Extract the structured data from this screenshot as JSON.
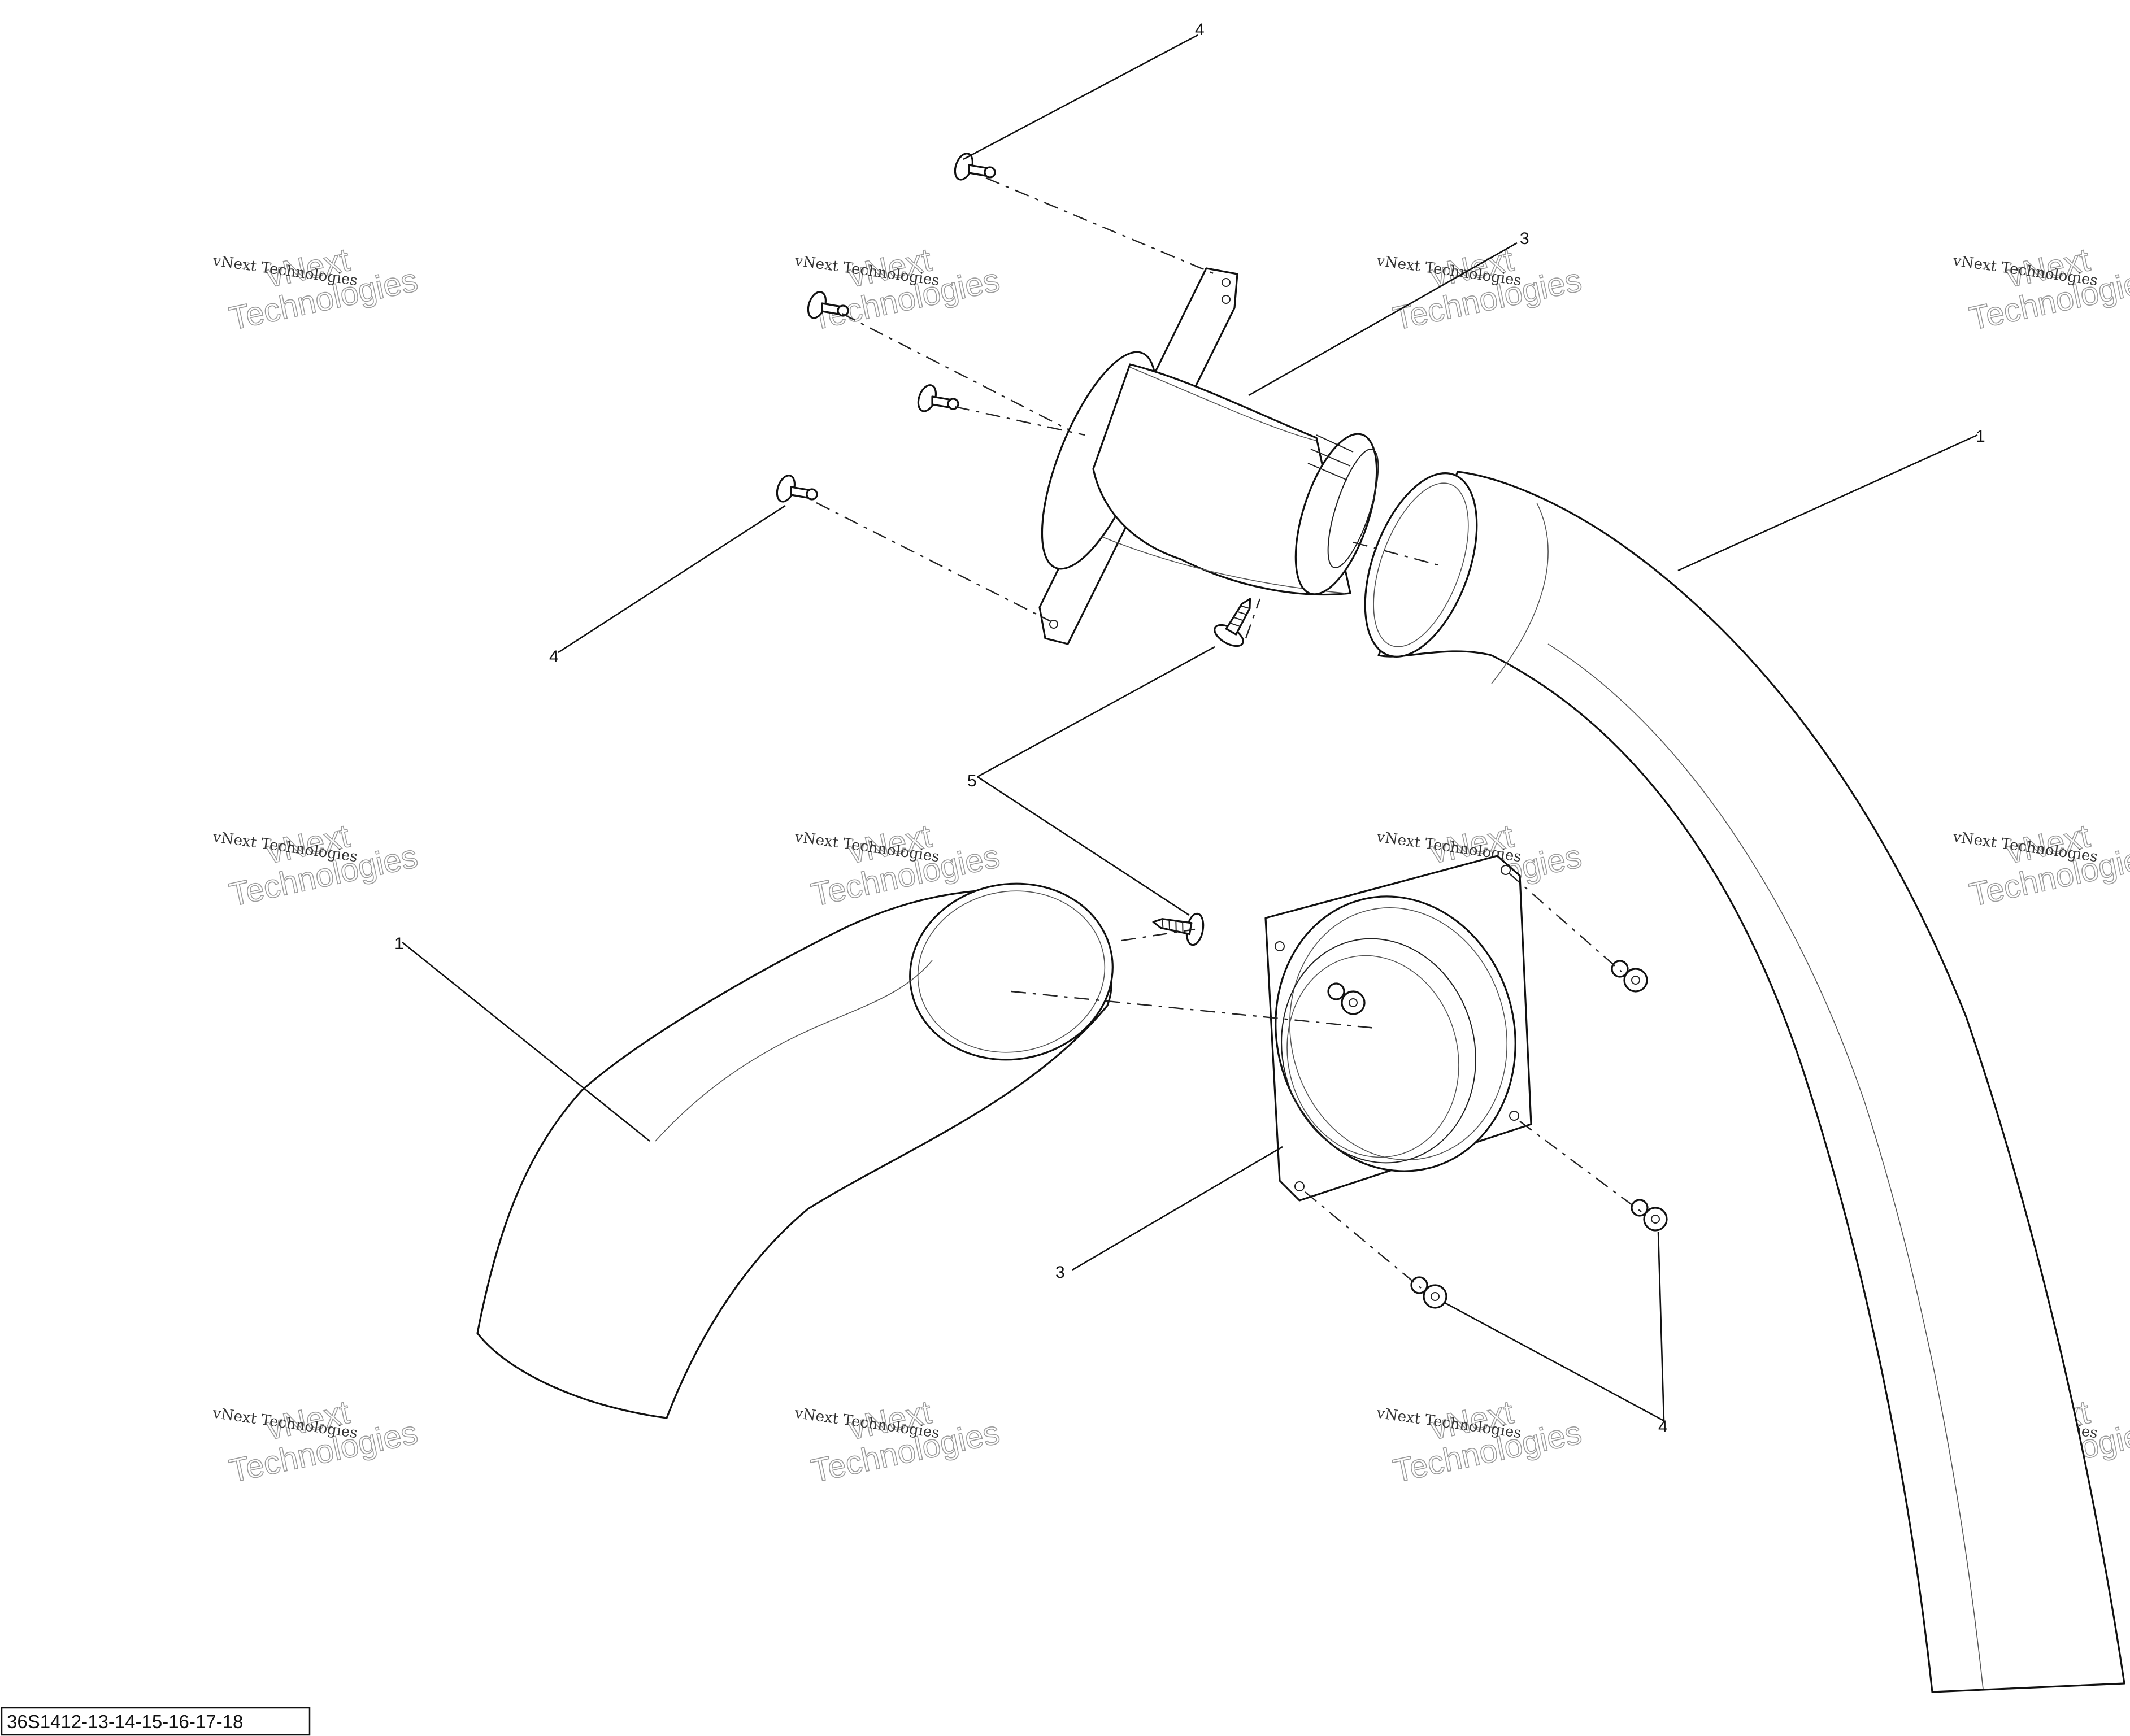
{
  "diagram": {
    "reference_code": "36S1412-13-14-15-16-17-18",
    "watermark_line1": "vNext Technologies",
    "watermark_line2": "vNext",
    "watermark_line3": "Technologies",
    "callouts": [
      {
        "id": "c1",
        "label": "4"
      },
      {
        "id": "c2",
        "label": "3"
      },
      {
        "id": "c3",
        "label": "1"
      },
      {
        "id": "c4",
        "label": "4"
      },
      {
        "id": "c5",
        "label": "5"
      },
      {
        "id": "c6",
        "label": "1"
      },
      {
        "id": "c7",
        "label": "3"
      },
      {
        "id": "c8",
        "label": "4"
      }
    ]
  }
}
